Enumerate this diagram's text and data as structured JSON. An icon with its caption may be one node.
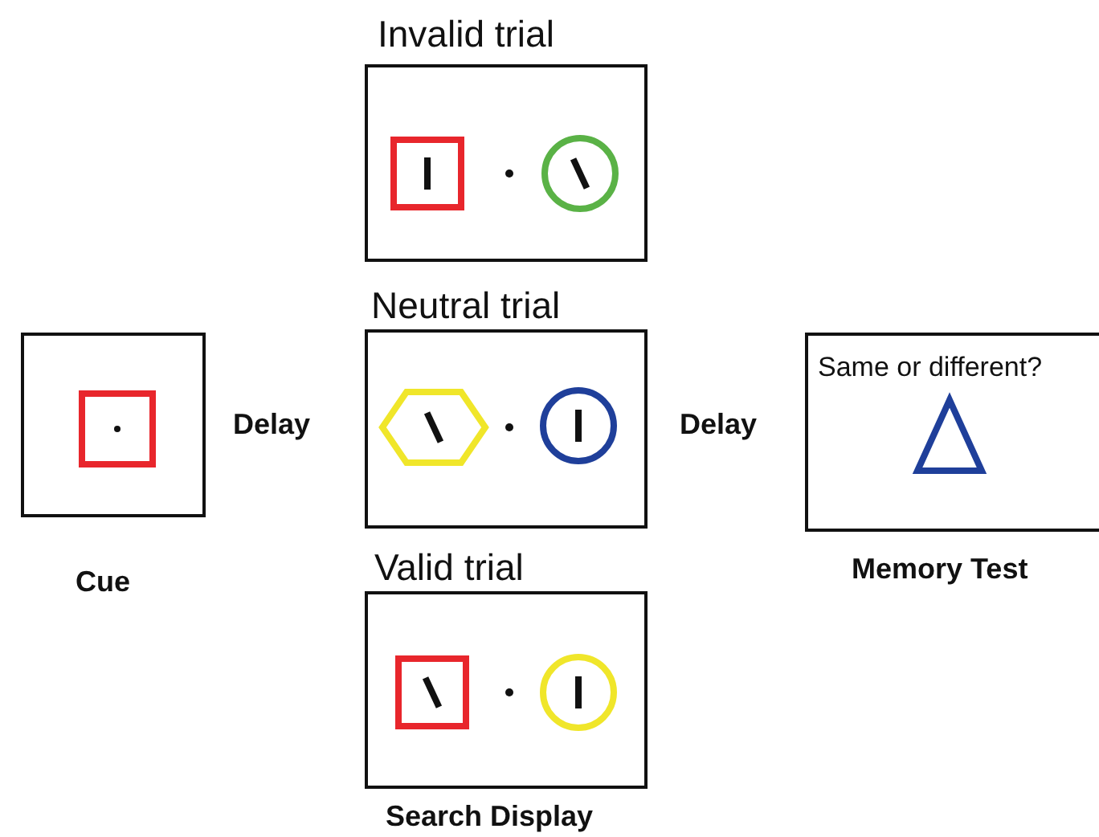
{
  "diagram": {
    "nodes": [
      {
        "text": [
          "Cue"
        ]
      },
      {
        "text": [
          "Invalid trial"
        ]
      },
      {
        "text": [
          "Neutral trial"
        ]
      },
      {
        "text": [
          "Valid trial"
        ]
      },
      {
        "text": [
          "Same or different?",
          "Memory Test"
        ]
      }
    ],
    "labels": [
      "Delay",
      "Delay",
      "Search Display"
    ]
  }
}
